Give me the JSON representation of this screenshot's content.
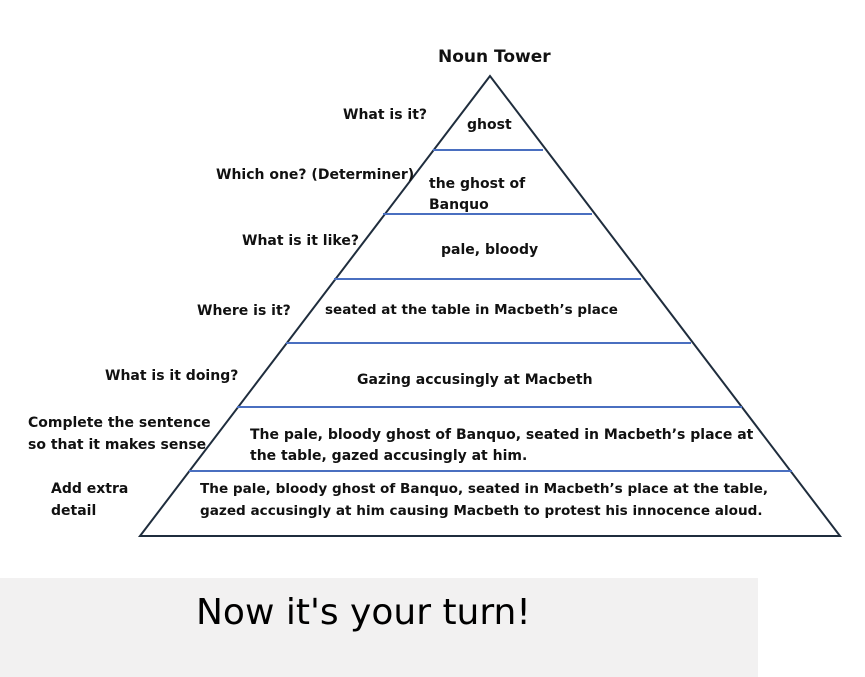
{
  "title": "Noun Tower",
  "colors": {
    "outline": "#1f2d3d",
    "divider": "#4a6fc0",
    "footer_bg": "#f2f1f1"
  },
  "levels": [
    {
      "question": "What is it?",
      "answer": "ghost"
    },
    {
      "question": "Which one? (Determiner)",
      "answer_lines": [
        "the ghost of",
        "Banquo"
      ]
    },
    {
      "question": "What is it like?",
      "answer": "pale, bloody"
    },
    {
      "question": "Where is it?",
      "answer": "seated at the table in Macbeth’s place"
    },
    {
      "question": "What is it doing?",
      "answer": "Gazing accusingly at Macbeth"
    },
    {
      "question_lines": [
        "Complete the sentence",
        "so that it makes sense"
      ],
      "answer_lines": [
        "The pale, bloody ghost of Banquo, seated in Macbeth’s place at",
        "the table, gazed accusingly at him."
      ]
    },
    {
      "question_lines": [
        "Add extra",
        "detail"
      ],
      "answer_lines": [
        "The pale, bloody ghost of Banquo, seated in Macbeth’s place at the table,",
        "gazed accusingly at him causing Macbeth to protest his innocence aloud."
      ]
    }
  ],
  "footer": {
    "text": "Now it's your turn!"
  }
}
